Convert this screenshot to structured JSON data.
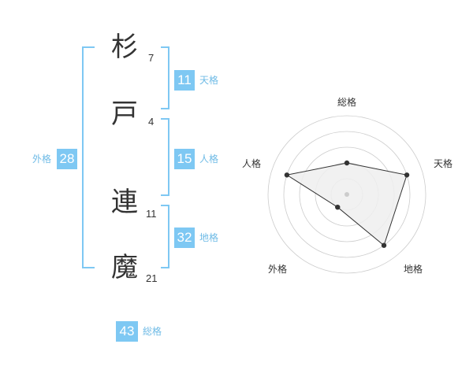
{
  "characters": [
    {
      "char": "杉",
      "strokes": "7"
    },
    {
      "char": "戸",
      "strokes": "4"
    },
    {
      "char": "連",
      "strokes": "11"
    },
    {
      "char": "魔",
      "strokes": "21"
    }
  ],
  "fortunes": {
    "tenkaku": {
      "value": "11",
      "label": "天格"
    },
    "jinkaku": {
      "value": "15",
      "label": "人格"
    },
    "chikaku": {
      "value": "32",
      "label": "地格"
    },
    "gaikaku": {
      "value": "28",
      "label": "外格"
    },
    "soukaku": {
      "value": "43",
      "label": "総格"
    }
  },
  "chart_data": {
    "type": "radar",
    "axes": [
      "総格",
      "天格",
      "地格",
      "外格",
      "人格"
    ],
    "values": [
      2,
      4,
      4,
      1,
      4
    ],
    "max": 5,
    "rings": 5,
    "colors": {
      "fill": "#eeeeee",
      "line": "#333333",
      "grid": "#cccccc",
      "center": "#cccccc"
    }
  }
}
